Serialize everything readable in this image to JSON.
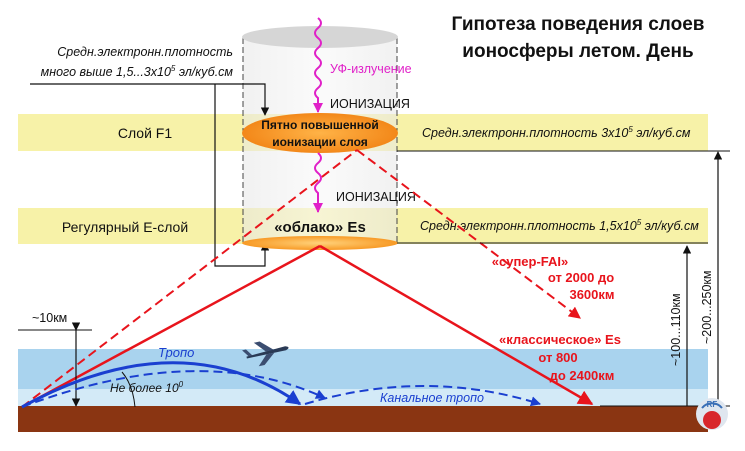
{
  "title": {
    "line1": "Гипотеза поведения слоев",
    "line2": "ионосферы летом. День"
  },
  "top_note": {
    "line1": "Средн.электронн.плотность",
    "line2_prefix": "много выше 1,5...3x10",
    "line2_sup": "5",
    "line2_suffix": " эл/куб.см"
  },
  "uv_label": "УФ-излучение",
  "ionization_1": "ИОНИЗАЦИЯ",
  "ionization_2": "ИОНИЗАЦИЯ",
  "f1": {
    "layer_label": "Слой F1",
    "spot_line1": "Пятно повышенной",
    "spot_line2": "ионизации слоя",
    "density_prefix": "Средн.электронн.плотность 3x10",
    "density_sup": "5",
    "density_suffix": " эл/куб.см"
  },
  "e_layer": {
    "layer_label": "Регулярный Е-слой",
    "cloud_label": "«облако» Es",
    "density_prefix": "Средн.электронн.плотность 1,5x10",
    "density_sup": "5",
    "density_suffix": " эл/куб.см"
  },
  "super_fai": {
    "line1": "«супер-FAI»",
    "line2": "от 2000 до",
    "line3": "3600км"
  },
  "classic_es": {
    "line1": "«классическое» Es",
    "line2": "от 800",
    "line3": "до 2400км"
  },
  "troposphere": {
    "height_label": "~10км",
    "tropo_label": "Тропо",
    "angle_prefix": "Не более 10",
    "angle_sup": "0",
    "duct_label": "Канальное тропо"
  },
  "heights": {
    "e_range": "~100...110км",
    "f_range": "~200...250км"
  },
  "logo_text": "RF",
  "colors": {
    "band_yellow": "#f7f2a8",
    "spot_orange": "#f7941d",
    "uv_magenta": "#e020c8",
    "ray_red": "#e8141c",
    "tropo_blue": "#1a3fd0",
    "sky_blue": "#a9d3ee",
    "ground_brown": "#8a3512"
  }
}
